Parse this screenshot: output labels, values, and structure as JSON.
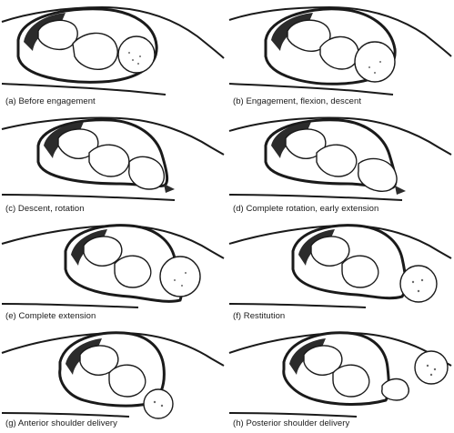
{
  "panels": [
    {
      "id": "a",
      "caption": "(a) Before engagement"
    },
    {
      "id": "b",
      "caption": "(b) Engagement, flexion, descent"
    },
    {
      "id": "c",
      "caption": "(c) Descent, rotation"
    },
    {
      "id": "d",
      "caption": "(d) Complete rotation, early extension"
    },
    {
      "id": "e",
      "caption": "(e) Complete extension"
    },
    {
      "id": "f",
      "caption": "(f) Restitution"
    },
    {
      "id": "g",
      "caption": "(g) Anterior shoulder delivery"
    },
    {
      "id": "h",
      "caption": "(h) Posterior shoulder delivery"
    }
  ],
  "colors": {
    "ink": "#1a1a1a",
    "shade": "#2b2b2b",
    "stipple": "#6a6a6a",
    "background": "#ffffff"
  }
}
